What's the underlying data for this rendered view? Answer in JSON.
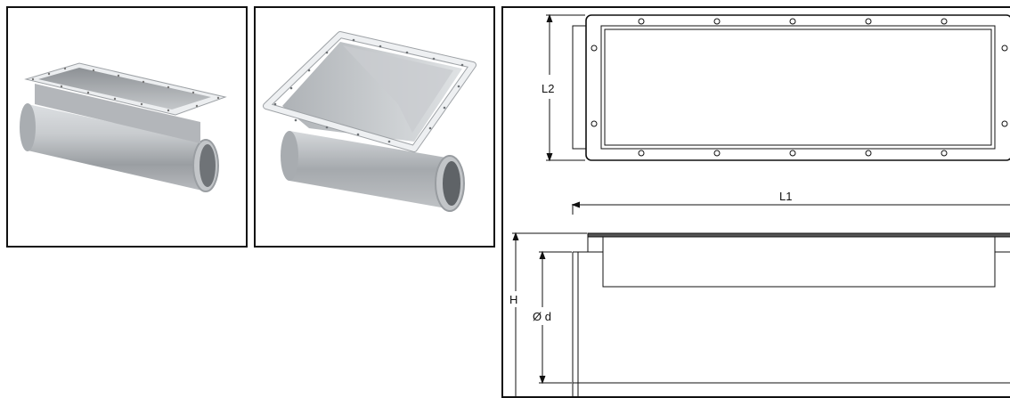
{
  "panels": [
    {
      "view": "3d-render-rectangular-inlet-shallow"
    },
    {
      "view": "3d-render-rectangular-inlet-hopper"
    },
    {
      "view": "technical-drawing"
    }
  ],
  "drawing": {
    "dimensions": {
      "L1": "L1",
      "L2": "L2",
      "H": "H",
      "d": "Ø d"
    }
  },
  "colors": {
    "line": "#111111",
    "metal_light": "#e6e8ea",
    "metal_mid": "#b9bcc0",
    "metal_dark": "#8c9094"
  }
}
